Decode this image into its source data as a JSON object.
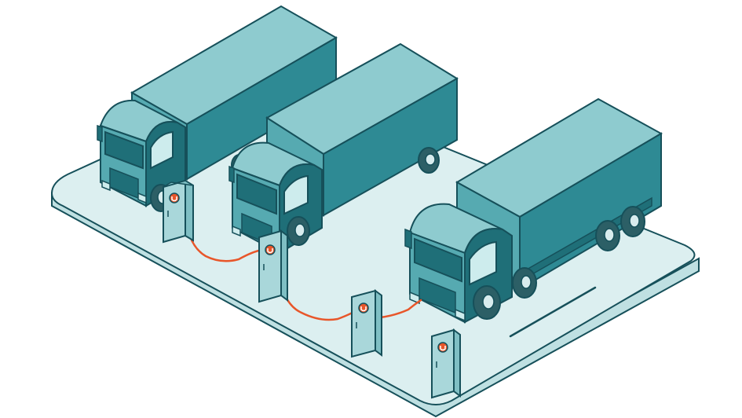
{
  "scene": {
    "subject": "electric-trucks-charging-depot",
    "colors": {
      "background": "#ffffff",
      "platform_top": "#dceff0",
      "platform_side": "#bfe0e2",
      "outline": "#16505a",
      "truck_top": "#8ecbcf",
      "truck_side": "#2e8a94",
      "truck_front": "#56aab1",
      "cab_dark": "#1f6f78",
      "window": "#cdeced",
      "tire": "#2c5f66",
      "hub": "#d8ecee",
      "charger_front": "#a9d7da",
      "charger_side": "#7fbfc4",
      "cable": "#e8562a",
      "lane_mark": "#16505a"
    },
    "trucks": [
      {
        "name": "truck-left"
      },
      {
        "name": "truck-middle"
      },
      {
        "name": "truck-right"
      }
    ],
    "chargers": [
      {
        "name": "charger-1"
      },
      {
        "name": "charger-2"
      },
      {
        "name": "charger-3"
      },
      {
        "name": "charger-4"
      }
    ]
  }
}
